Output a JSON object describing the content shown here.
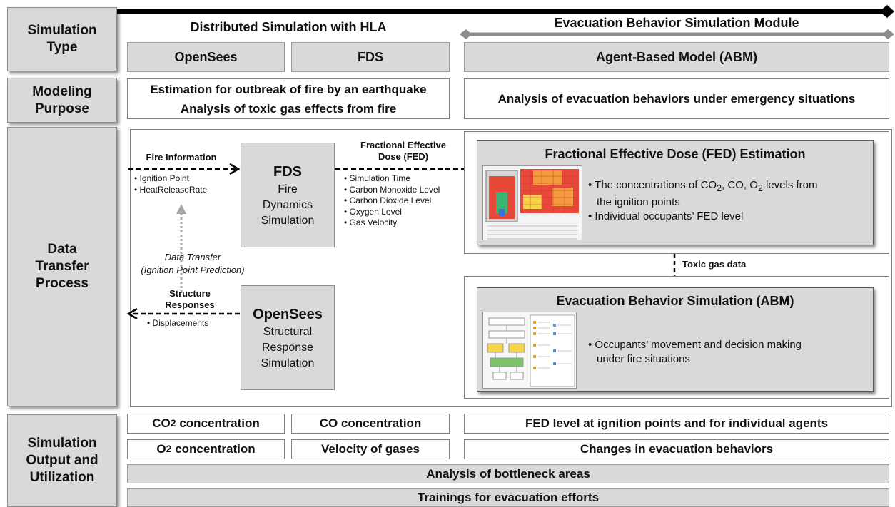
{
  "row_labels": {
    "sim_type": "Simulation\nType",
    "purpose": "Modeling\nPurpose",
    "transfer": "Data\nTransfer\nProcess",
    "output": "Simulation\nOutput and\nUtilization"
  },
  "headers": {
    "distributed": "Distributed Simulation with HLA",
    "evac_module": "Evacuation Behavior Simulation Module"
  },
  "type_boxes": {
    "opensees": "OpenSees",
    "fds": "FDS",
    "abm": "Agent-Based Model (ABM)"
  },
  "purpose": {
    "left_line1": "Estimation for outbreak of fire by an earthquake",
    "left_line2": "Analysis of toxic gas effects from fire",
    "right": "Analysis of evacuation behaviors under emergency situations"
  },
  "transfer": {
    "fire_info_label": "Fire Information",
    "fire_info_items": [
      "Ignition Point",
      "HeatReleaseRate"
    ],
    "fds_node": {
      "title": "FDS",
      "line1": "Fire",
      "line2": "Dynamics",
      "line3": "Simulation"
    },
    "fed_label_line1": "Fractional Effective",
    "fed_label_line2": "Dose (FED)",
    "fds_outputs": [
      "Simulation Time",
      "Carbon Monoxide Level",
      "Carbon Dioxide Level",
      "Oxygen Level",
      "Gas Velocity"
    ],
    "data_transfer_line1": "Data Transfer",
    "data_transfer_line2": "(Ignition Point Prediction)",
    "structure_label_line1": "Structure",
    "structure_label_line2": "Responses",
    "structure_items": [
      "Displacements"
    ],
    "opensees_node": {
      "title": "OpenSees",
      "line1": "Structural",
      "line2": "Response",
      "line3": "Simulation"
    },
    "fed_panel": {
      "title": "Fractional Effective Dose (FED) Estimation",
      "bullet1_pre": "The concentrations of CO",
      "bullet1_mid1": ", CO, O",
      "bullet1_mid2": " levels from",
      "bullet1_line2": "the ignition points",
      "bullet2": "Individual occupants’ FED level",
      "sub": "2"
    },
    "toxic_label": "Toxic gas data",
    "abm_panel": {
      "title": "Evacuation Behavior Simulation (ABM)",
      "bullet_line1": "Occupants’ movement and decision making",
      "bullet_line2": "under fire situations"
    }
  },
  "outputs": {
    "co2_pre": "CO",
    "co2_sub": "2",
    "co2_post": " concentration",
    "co": "CO concentration",
    "fed": "FED level at ignition points and for individual agents",
    "o2_pre": "O",
    "o2_sub": "2",
    "o2_post": " concentration",
    "velocity": "Velocity of gases",
    "changes": "Changes in evacuation behaviors",
    "bottleneck": "Analysis of bottleneck areas",
    "training": "Trainings for evacuation efforts"
  },
  "colors": {
    "label_grey": "#d9d9d9",
    "border": "#7f7f7f",
    "arrow_grey": "#8c8c8c",
    "heat_red": "#e8483a",
    "heat_orange": "#f39c3d",
    "heat_yellow": "#f5d547",
    "fire_green": "#3cb371"
  }
}
